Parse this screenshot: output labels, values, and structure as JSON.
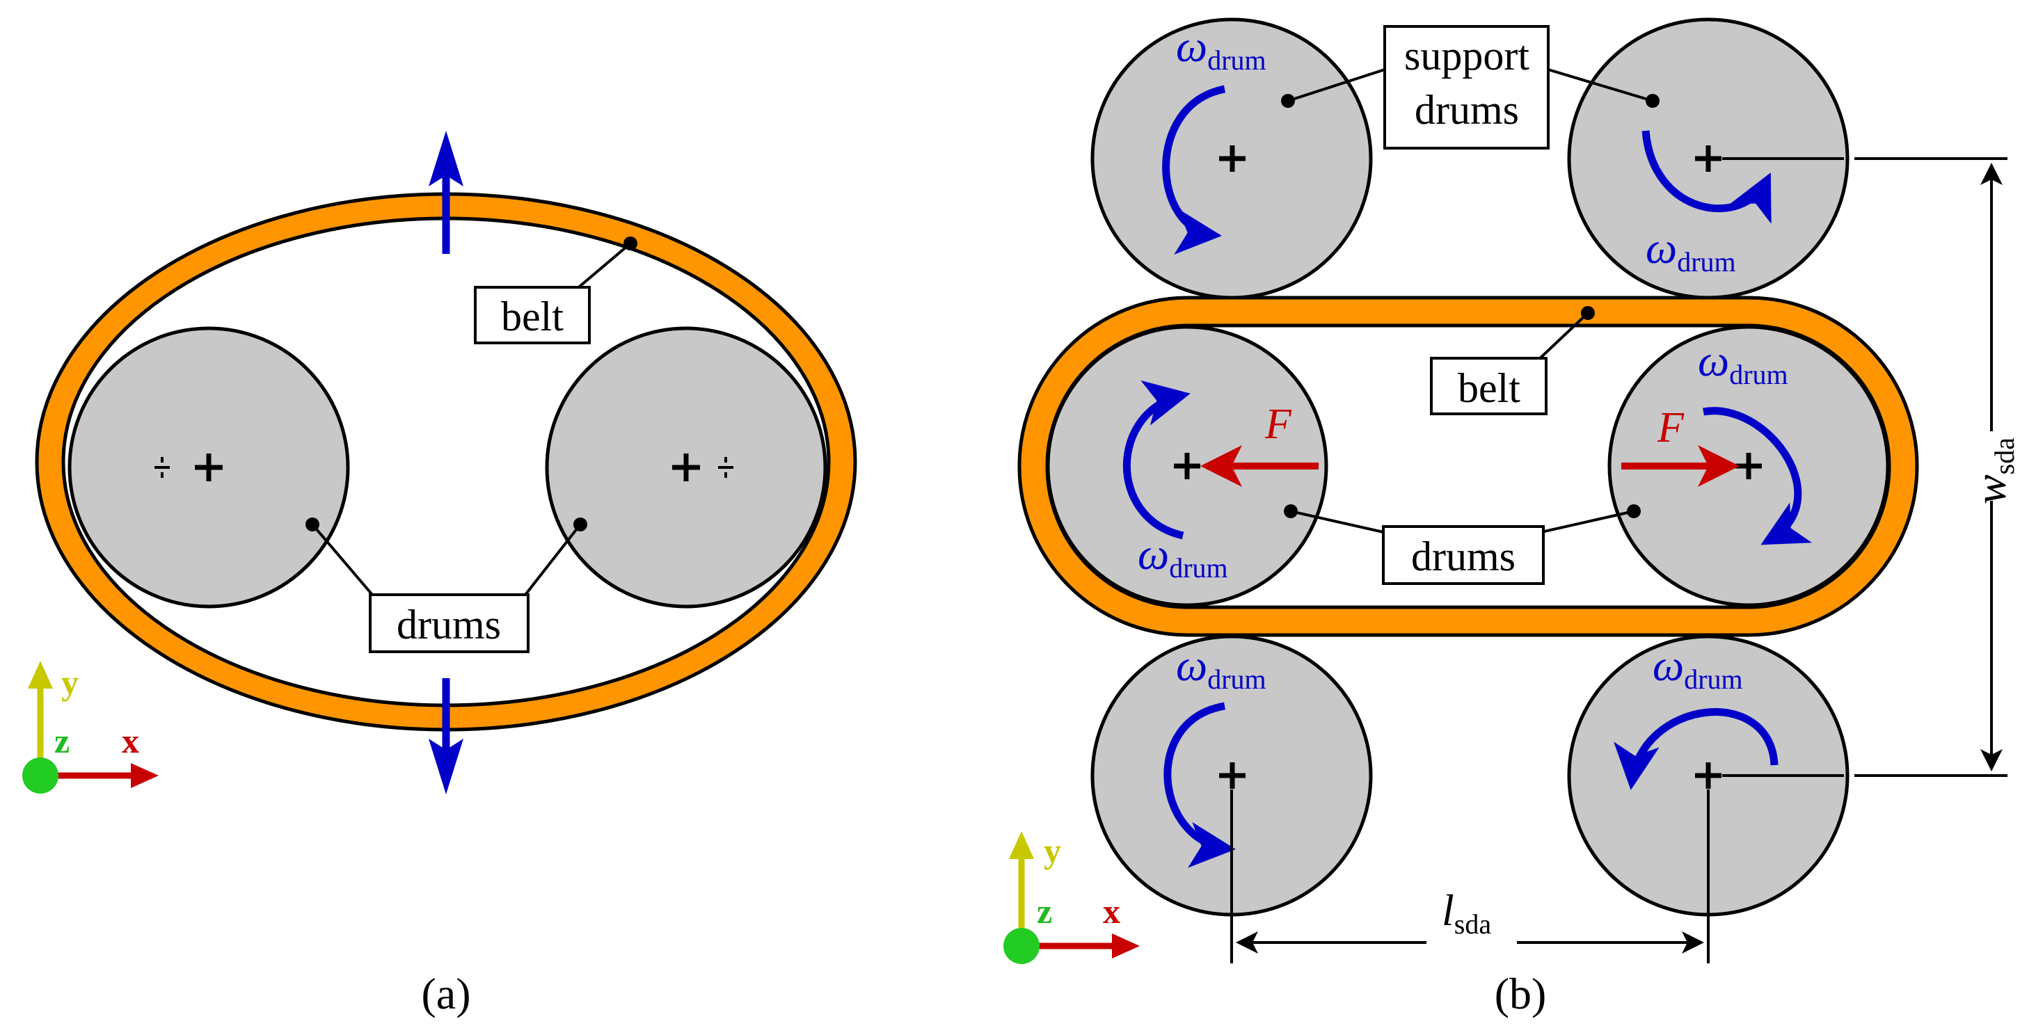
{
  "panel_a": {
    "caption": "(a)",
    "belt_label": "belt",
    "drums_label": "drums"
  },
  "panel_b": {
    "caption": "(b)",
    "support_drums_label_line1": "support",
    "support_drums_label_line2": "drums",
    "belt_label": "belt",
    "drums_label": "drums",
    "omega_symbol": "ω",
    "omega_subscript": "drum",
    "force_label": "F",
    "width_symbol": "w",
    "width_subscript": "sda",
    "length_symbol": "l",
    "length_subscript": "sda"
  },
  "axes": {
    "x": "x",
    "y": "y",
    "z": "z"
  },
  "colors": {
    "belt": "#ff9500",
    "drum_fill": "#c8c8c8",
    "rotation_arrow": "#0000c8",
    "force_arrow": "#c80000",
    "axis_x": "#c80000",
    "axis_y": "#c8c800",
    "axis_z": "#22bb22"
  }
}
